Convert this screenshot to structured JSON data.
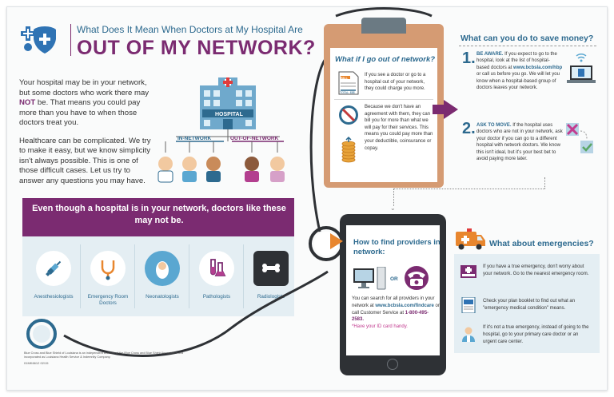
{
  "header": {
    "title_top": "What Does It Mean When Doctors at My Hospital Are",
    "title_main": "OUT OF MY NETWORK?"
  },
  "intro": {
    "para1_a": "Your hospital may be in your network, but some doctors who work there may ",
    "para1_em": "NOT",
    "para1_b": " be. That means you could pay more than you have to when those doctors treat you.",
    "para2": "Healthcare can be complicated.  We try to make it easy, but we know simplicity isn't always possible. This is one of those difficult cases. Let us try to answer any questions you may have."
  },
  "hospital": {
    "label": "HOSPITAL",
    "in_network": "IN-NETWORK",
    "out_network": "OUT-OF-NETWORK"
  },
  "specialists": {
    "banner": "Even though a hospital is in your network, doctors like these may not be.",
    "items": [
      {
        "label": "Anesthesiologists",
        "icon": "syringe-icon"
      },
      {
        "label": "Emergency Room Doctors",
        "icon": "stethoscope-icon"
      },
      {
        "label": "Neonatologists",
        "icon": "baby-icon"
      },
      {
        "label": "Pathologists",
        "icon": "flask-icon"
      },
      {
        "label": "Radiologists",
        "icon": "xray-bone-icon"
      }
    ]
  },
  "footer": {
    "legal": "Blue Cross and Blue Shield of Louisiana is an independent licensee of the Blue Cross and Blue Shield Association and incorporated as Louisiana Health Service & Indemnity Company.",
    "code": "01MK6612 02/15"
  },
  "clipboard": {
    "title": "What if I go out of network?",
    "para1": "If you see a doctor or go to a hospital out of your network, they could charge you more.",
    "para2": "Because we don't have an agreement with them, they can bill you for more than what we will pay for their services. This means you could pay more than your deductible, coinsurance or copay.",
    "bill_label": "BILL",
    "bill_total": "TOTAL: $$$"
  },
  "save_money": {
    "title": "What can you do to save money?",
    "steps": [
      {
        "num": "1.",
        "heading": "BE AWARE.",
        "text_a": " If you expect to go to the hospital, look at the list of hospital-based doctors at ",
        "url": "www.bcbsla.com/hbp",
        "text_b": " or call us before you go. We will let you know when a hospital-based group of doctors leaves your network."
      },
      {
        "num": "2.",
        "heading": "ASK TO MOVE.",
        "text_a": " If the hospital uses doctors who are not in your network, ask your doctor if you can go to a different hospital with network doctors. We know this isn't ideal, but it's your best bet to avoid paying more later.",
        "url": "",
        "text_b": ""
      }
    ]
  },
  "find_providers": {
    "title": "How to find providers in network:",
    "or": "OR",
    "text_a": "You can search for all providers in your network at ",
    "url": "www.bcbsla.com/findcare",
    "text_b": " or call Customer Service at ",
    "phone": "1-800-495-2583.",
    "note": "*Have your ID card handy."
  },
  "emergencies": {
    "title": "What about emergencies?",
    "items": [
      {
        "icon": "emergency-sign-icon",
        "text": "If you have a true emergency, don't worry about your network. Go to the nearest emergency room."
      },
      {
        "icon": "plan-booklet-icon",
        "text": "Check your plan booklet to find out  what an \"emergency medical condition\" means."
      },
      {
        "icon": "doctor-icon",
        "text": "If it's not a true emergency, instead of going to the hospital, go to your primary care doctor or an urgent care center."
      }
    ]
  },
  "colors": {
    "purple": "#7b2b71",
    "blue": "#2d6a8f",
    "light_blue": "#e4eef3",
    "orange": "#e8862e",
    "clipboard": "#d59b73"
  }
}
